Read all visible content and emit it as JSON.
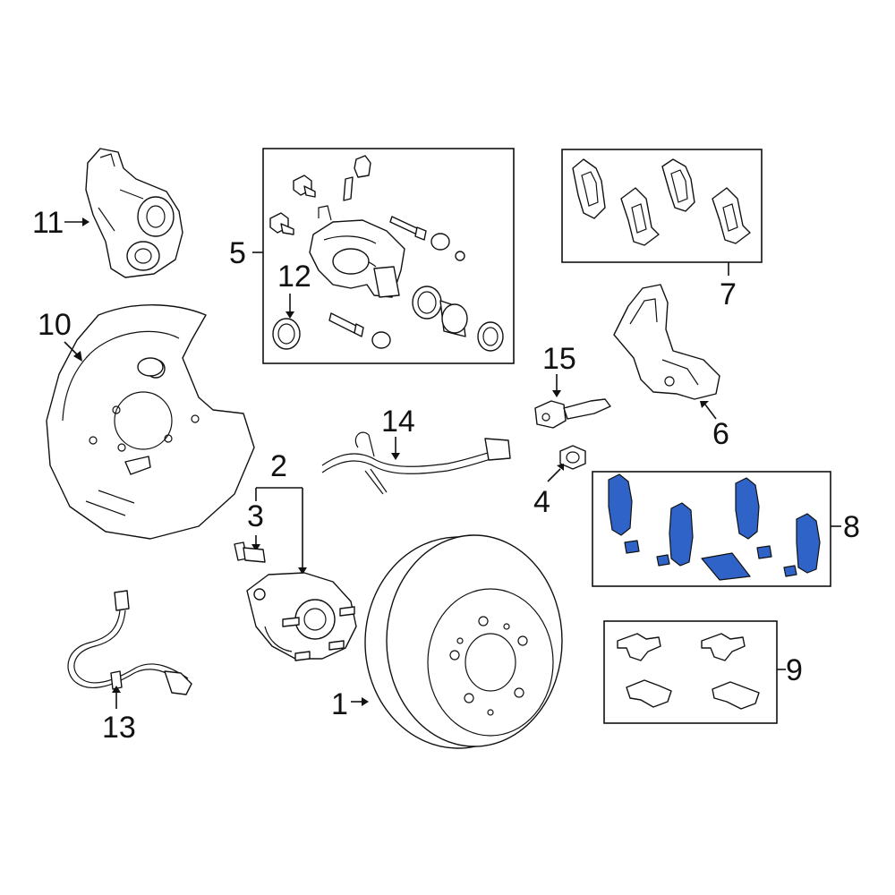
{
  "highlight_color": "#2f63c7",
  "callouts": {
    "c1": "1",
    "c2": "2",
    "c3": "3",
    "c4": "4",
    "c5": "5",
    "c6": "6",
    "c7": "7",
    "c8": "8",
    "c9": "9",
    "c10": "10",
    "c11": "11",
    "c12": "12",
    "c13": "13",
    "c14": "14",
    "c15": "15"
  },
  "parts": {
    "c1": "brake-rotor",
    "c2": "hub-assembly",
    "c3": "hub-bolt",
    "c4": "nut",
    "c5": "caliper-assembly",
    "c6": "caliper-support",
    "c7": "brake-pads",
    "c8": "pad-set-with-shims",
    "c9": "anti-rattle-clips",
    "c10": "backing-plate",
    "c11": "parking-brake-actuator",
    "c12": "seal-ring",
    "c13": "abs-sensor-harness",
    "c14": "brake-wear-harness",
    "c15": "wear-sensor"
  }
}
